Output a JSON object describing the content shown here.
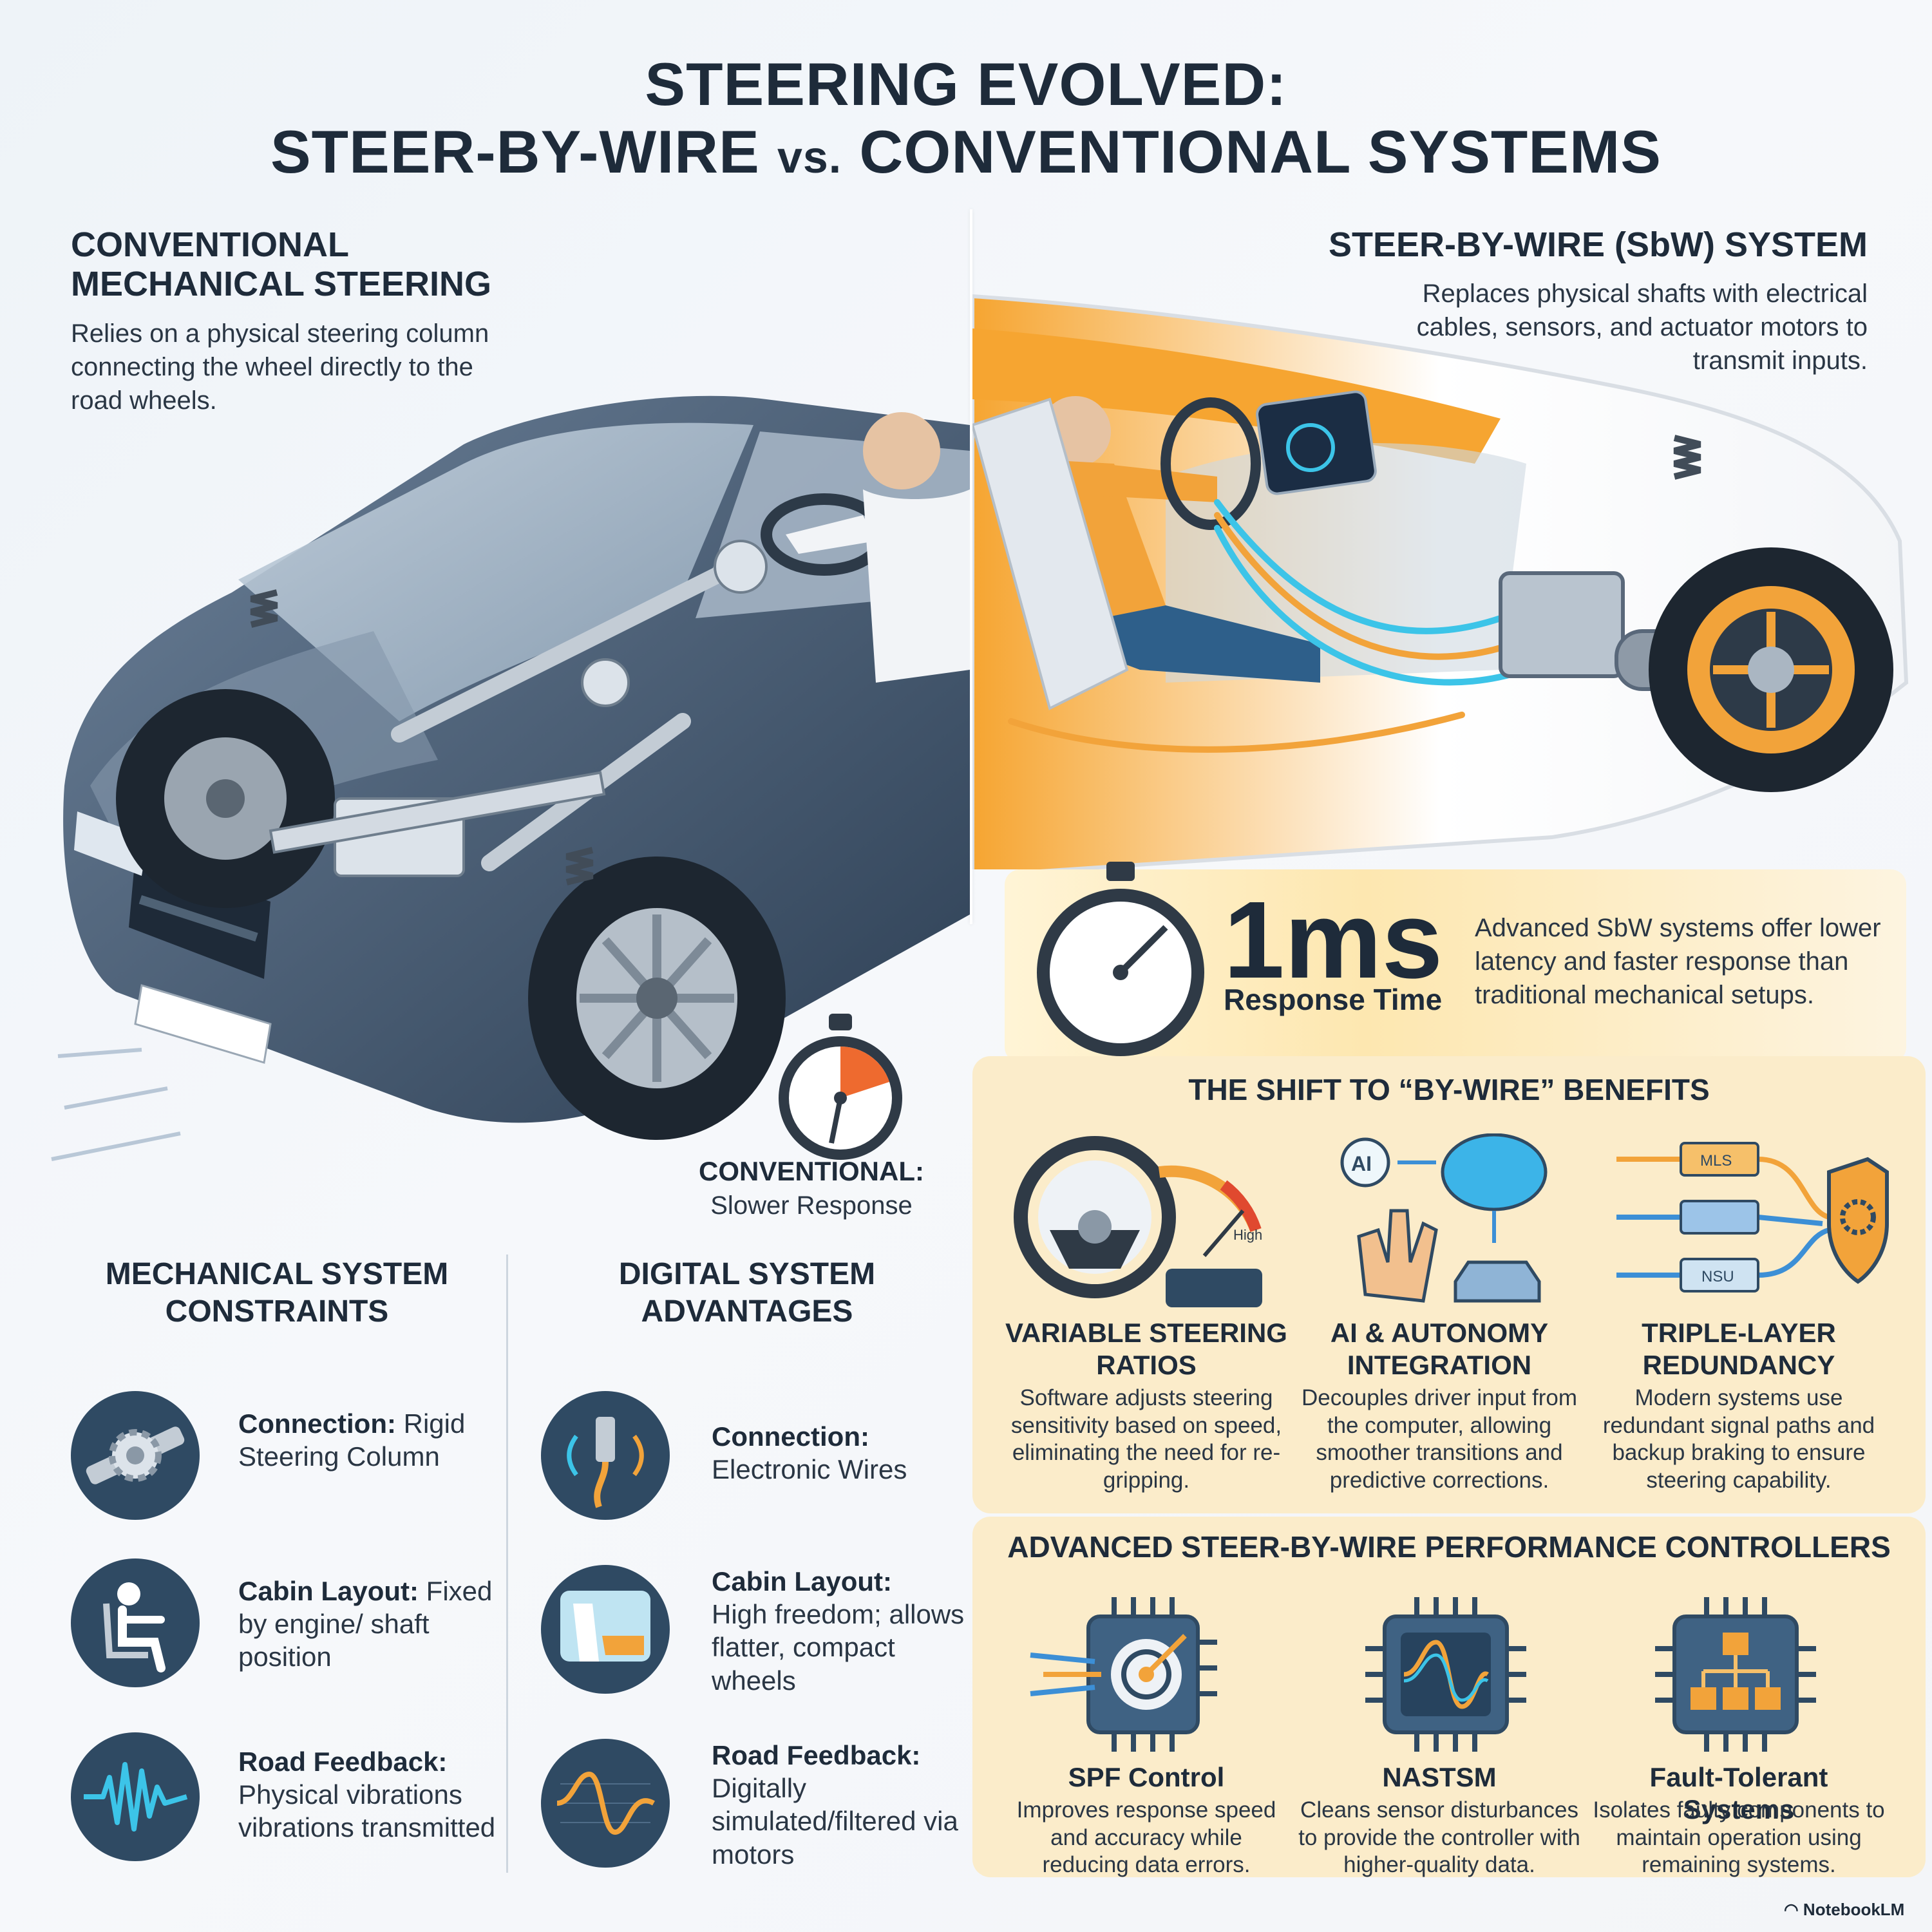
{
  "title": {
    "line1": "STEERING EVOLVED:",
    "line2a": "STEER-BY-WIRE",
    "line2b": "vs.",
    "line2c": "CONVENTIONAL SYSTEMS"
  },
  "conventional": {
    "heading1": "CONVENTIONAL",
    "heading2": "MECHANICAL STEERING",
    "desc": "Relies on a physical steering column connecting the wheel directly to the road wheels.",
    "timer_label": "CONVENTIONAL:",
    "timer_sub": "Slower Response"
  },
  "sbw": {
    "heading": "STEER-BY-WIRE (SbW) SYSTEM",
    "desc": "Replaces physical shafts with electrical cables, sensors, and actuator motors to transmit inputs."
  },
  "response": {
    "value": "1ms",
    "label": "Response Time",
    "desc": "Advanced SbW systems offer lower latency and faster response than traditional mechanical setups."
  },
  "mechanical": {
    "heading": "MECHANICAL SYSTEM CONSTRAINTS",
    "rows": [
      {
        "label": "Connection:",
        "text": "Rigid Steering Column"
      },
      {
        "label": "Cabin Layout:",
        "text": "Fixed by engine/ shaft position"
      },
      {
        "label": "Road Feedback:",
        "text": "Physical vibrations vibrations transmitted"
      }
    ]
  },
  "digital": {
    "heading": "DIGITAL SYSTEM ADVANTAGES",
    "rows": [
      {
        "label": "Connection:",
        "text": "Electronic Wires"
      },
      {
        "label": "Cabin Layout:",
        "text": "High freedom; allows flatter, compact wheels"
      },
      {
        "label": "Road Feedback:",
        "text": "Digitally simulated/filtered via motors"
      }
    ]
  },
  "benefits": {
    "heading": "THE SHIFT TO “BY-WIRE” BENEFITS",
    "items": [
      {
        "title": "VARIABLE STEERING RATIOS",
        "text": "Software adjusts steering sensitivity based on speed, eliminating the need for re-gripping."
      },
      {
        "title": "AI & AUTONOMY INTEGRATION",
        "text": "Decouples driver input from the computer, allowing smoother transitions and predictive corrections."
      },
      {
        "title": "TRIPLE-LAYER REDUNDANCY",
        "text": "Modern systems use redundant signal paths and backup braking to ensure steering capability."
      }
    ],
    "icon_texts": {
      "gauge": "High",
      "ai": "AI",
      "mls": "MLS",
      "nsu": "NSU"
    }
  },
  "controllers": {
    "heading": "ADVANCED STEER-BY-WIRE PERFORMANCE CONTROLLERS",
    "items": [
      {
        "title": "SPF Control",
        "text": "Improves response speed and accuracy while reducing data errors."
      },
      {
        "title": "NASTSM",
        "text": "Cleans sensor disturbances to provide the controller with higher-quality data."
      },
      {
        "title": "Fault-Tolerant Systems",
        "text": "Isolates faulty components to maintain operation using remaining systems."
      }
    ]
  },
  "footer": {
    "brand": "NotebookLM"
  },
  "colors": {
    "navy": "#2f4a63",
    "orange": "#f2a33a",
    "panel": "#fbecca",
    "cyan": "#3cc4e8"
  }
}
